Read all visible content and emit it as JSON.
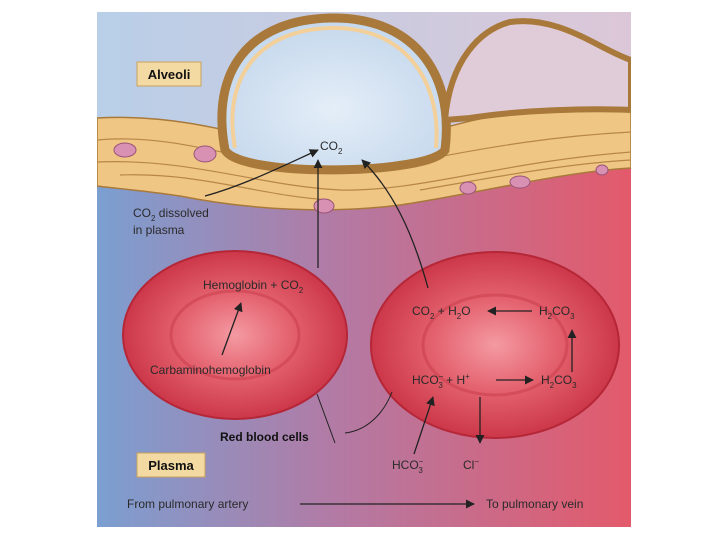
{
  "tags": {
    "alveoli": "Alveoli",
    "plasma": "Plasma"
  },
  "labels": {
    "co2_alveolus": {
      "main": "CO",
      "sub": "2"
    },
    "co2_dissolved": {
      "line1_pre": "CO",
      "line1_sub": "2",
      "line1_post": " dissolved",
      "line2": "in plasma"
    },
    "hemoglobin_co2": {
      "pre": "Hemoglobin + CO",
      "sub": "2"
    },
    "carbamino": "Carbaminohemoglobin",
    "red_blood_cells": "Red blood cells",
    "from_artery": "From pulmonary artery",
    "to_vein": "To pulmonary vein",
    "co2_h2o": {
      "a": "CO",
      "a_sub": "2",
      "b": " + H",
      "b_sub": "2",
      "c": "O"
    },
    "h2co3_top": {
      "a": "H",
      "a_sub": "2",
      "b": "CO",
      "b_sub": "3"
    },
    "hco3_h": {
      "a": "HCO",
      "a_sup": "−",
      "a_sub": "3",
      "b": " + H",
      "b_sup": "+"
    },
    "h2co3_bottom": {
      "a": "H",
      "a_sub": "2",
      "b": "CO",
      "b_sub": "3"
    },
    "hco3_out": {
      "a": "HCO",
      "a_sup": "−",
      "a_sub": "3"
    },
    "cl_in": {
      "a": "Cl",
      "a_sup": "−"
    }
  },
  "colors": {
    "alveolus_lumen": "#cfe0f0",
    "wall": "#f0c98a",
    "wall_stroke": "#a8793a",
    "nucleus": "#d68fb1",
    "plasma_left": "#7a9fd0",
    "plasma_right": "#e05a6c",
    "rbc": "#d9404f",
    "rbc_center": "#f08a94"
  }
}
